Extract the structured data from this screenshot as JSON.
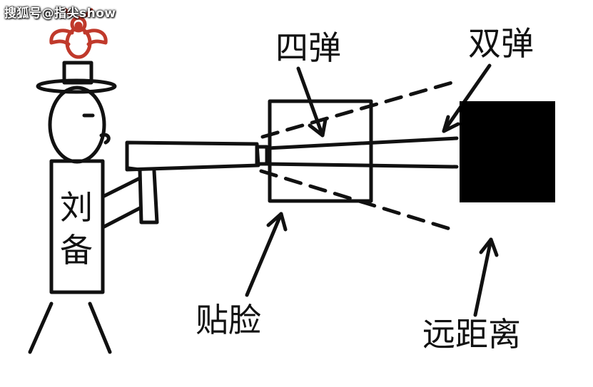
{
  "watermark": "搜狐号@指尖show",
  "labels": {
    "four_bullets": "四弹",
    "double_bullets": "双弹",
    "close_range": "贴脸",
    "long_range": "远距离"
  },
  "character": {
    "name_line1": "刘",
    "name_line2": "备"
  },
  "colors": {
    "ink": "#111111",
    "bird": "#c0392b",
    "target": "#000000",
    "background": "#ffffff"
  }
}
